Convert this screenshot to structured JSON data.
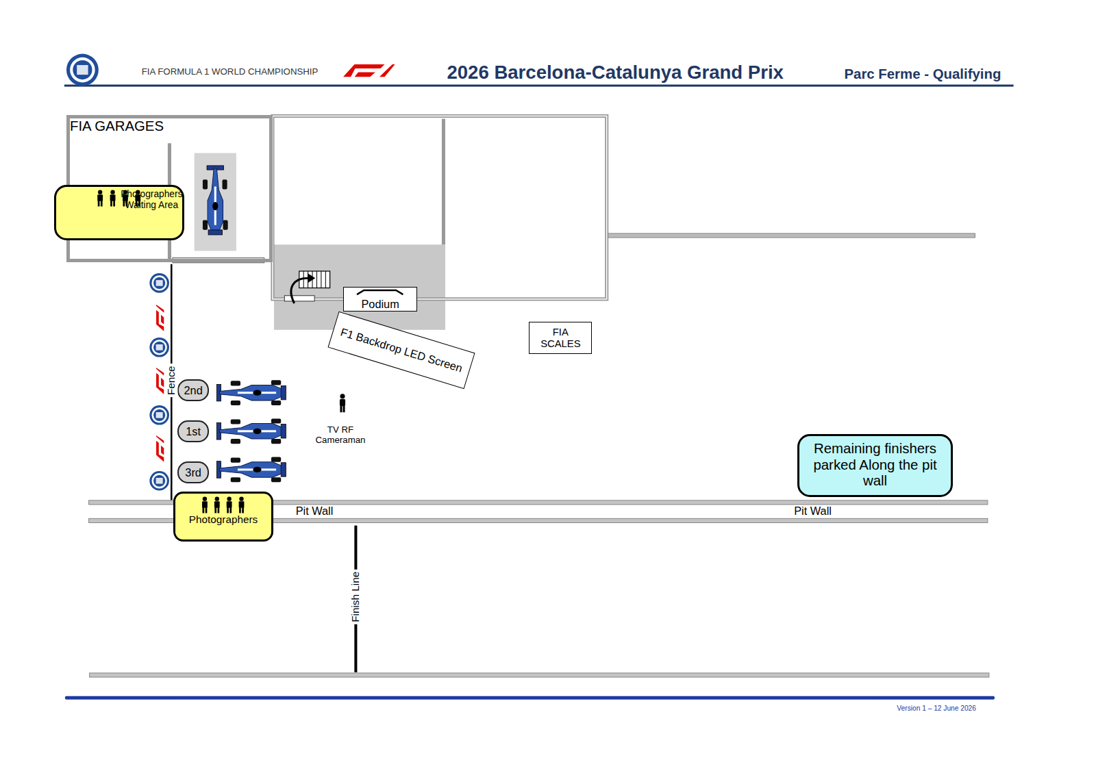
{
  "diagram": {
    "title": "2026 Barcelona-Catalunya Grand Prix",
    "nodes": [
      {
        "text": [
          "FIA GARAGES"
        ]
      },
      {
        "text": [
          "Photographers Waiting Area"
        ],
        "in": 0
      },
      {
        "text": [
          "Podium"
        ]
      },
      {
        "text": [
          "F1 Backdrop LED Screen"
        ]
      },
      {
        "text": [
          "FIA SCALES"
        ]
      },
      {
        "text": [
          "2nd"
        ]
      },
      {
        "text": [
          "1st"
        ]
      },
      {
        "text": [
          "3rd"
        ]
      },
      {
        "text": [
          "Photographers"
        ]
      },
      {
        "text": [
          "Remaining finishers parked Along the pit wall"
        ]
      }
    ],
    "labels": [
      "FIA FORMULA 1 WORLD CHAMPIONSHIP",
      "Parc Ferme - Qualifying",
      "Fence",
      "TV RF Cameraman",
      "Pit Wall",
      "Pit Wall",
      "Finish Line",
      "Version 1 – 12 June 2026"
    ]
  }
}
